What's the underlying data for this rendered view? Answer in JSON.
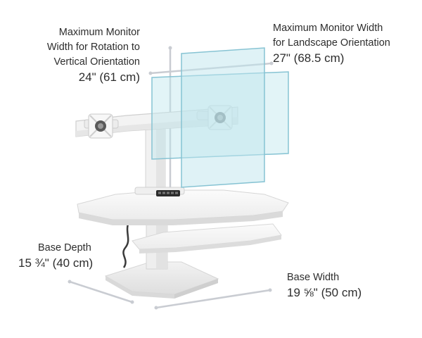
{
  "labels": {
    "vertical": {
      "lines": [
        "Maximum Monitor",
        "Width for Rotation to",
        "Vertical Orientation"
      ],
      "value": "24\" (61 cm)"
    },
    "landscape": {
      "lines": [
        "Maximum Monitor Width",
        "for Landscape Orientation"
      ],
      "value": "27\" (68.5 cm)"
    },
    "depth": {
      "lines": [
        "Base Depth"
      ],
      "value": "15 ¾\" (40 cm)"
    },
    "width": {
      "lines": [
        "Base Width"
      ],
      "value": "19 ⅝\" (50 cm)"
    }
  },
  "colors": {
    "desk": "#f4f4f4",
    "desk_edge": "#dcdcdc",
    "monitor_fill": "#bfe6ee",
    "monitor_stroke": "#86c3d3",
    "dimension_line": "#c9ccd2"
  }
}
